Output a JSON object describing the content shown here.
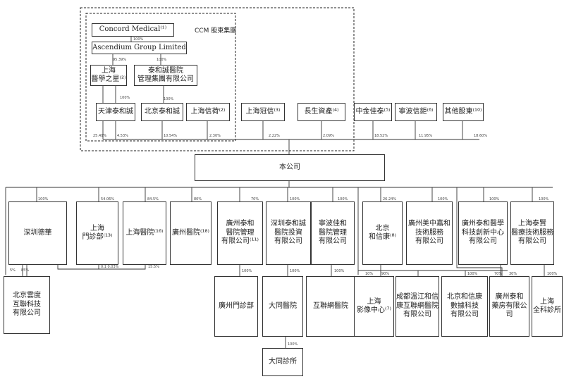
{
  "group_label": "CCM 股東集團",
  "company": "本公司",
  "top_chain": {
    "concord": "Concord Medical⁽¹⁾",
    "ascendium": "Ascendium Group Limited",
    "pct_concord_ascendium": "100%",
    "pct_ascendium_shanghai": "95.39%",
    "pct_ascendium_taihe": "100%"
  },
  "group_entities": {
    "shanghai_yixing": "上海\n醫學之星⁽²⁾",
    "taihe_mgmt": "泰和誠醫院\n管理集團有限公司",
    "pct_yixing_to_tianjin": "100%",
    "pct_taihe_to_beijing": "100%"
  },
  "shareholders": [
    {
      "name": "天津泰和誠",
      "pct": "25.49%"
    },
    {
      "name": "北京泰和誠",
      "pct": "10.54%"
    },
    {
      "name": "上海信荷⁽²⁾",
      "pct": "2.30%"
    },
    {
      "name": "上海冠信⁽³⁾",
      "pct": "2.22%"
    },
    {
      "name": "長生資產⁽⁴⁾",
      "pct": "2.09%"
    },
    {
      "name": "中金佳泰⁽⁵⁾",
      "pct": "18.52%"
    },
    {
      "name": "寧波信鉅⁽⁶⁾",
      "pct": "11.95%"
    },
    {
      "name": "其他股東⁽¹⁰⁾",
      "pct": "18.60%"
    }
  ],
  "pct_yixing_direct": "4.53%",
  "subsidiaries": [
    {
      "name": "深圳德華",
      "pct": "100%"
    },
    {
      "name": "上海\n門診部⁽¹³⁾",
      "pct": "54.06%"
    },
    {
      "name": "上海醫院⁽¹⁶⁾",
      "pct": "84.5%"
    },
    {
      "name": "廣州醫院⁽¹⁸⁾",
      "pct": "80%"
    },
    {
      "name": "廣州泰和\n醫院管理\n有限公司⁽¹¹⁾",
      "pct": "70%"
    },
    {
      "name": "深圳泰和誠\n醫院投資\n有限公司",
      "pct": "100%"
    },
    {
      "name": "寧波佳和\n醫院管理\n有限公司",
      "pct": "100%"
    },
    {
      "name": "北京\n和信康⁽⁸⁾",
      "pct": "26.24%"
    },
    {
      "name": "廣州美中嘉和\n技術服務\n有限公司",
      "pct": "100%"
    },
    {
      "name": "廣州泰和醫學\n科技創新中心\n有限公司",
      "pct": "100%"
    },
    {
      "name": "上海泰賢\n醫療技術服務\n有限公司",
      "pct": "100%"
    }
  ],
  "cross_pcts": {
    "shenzhen_to_beijing_a": "5%",
    "shenzhen_to_beijing_b": "85%",
    "to_shanghai_clinic": "0.1 0.03%",
    "to_shanghai_hospital": "15.5%"
  },
  "level3": [
    {
      "name": "北京雲度\n互聯科技\n有限公司",
      "pct": ""
    },
    {
      "name": "廣州門診部",
      "pct": "100%"
    },
    {
      "name": "大同醫院",
      "pct": "100%"
    },
    {
      "name": "互聯網醫院",
      "pct": "100%"
    },
    {
      "name": "上海\n影像中心⁽⁷⁾",
      "pct": "10%"
    },
    {
      "name": "成都溫江和信\n康互聯網醫院\n有限公司",
      "pct": "90%"
    },
    {
      "name": "北京和信康\n數據科技\n有限公司",
      "pct": "100%"
    },
    {
      "name": "廣州泰和\n藥房有限公司",
      "pct": "70%"
    },
    {
      "name": "上海\n全科診所",
      "pct": "100%"
    }
  ],
  "pct_shanghai_imaging_b": "30%",
  "level4": {
    "name": "大同診所",
    "pct": "100%"
  }
}
